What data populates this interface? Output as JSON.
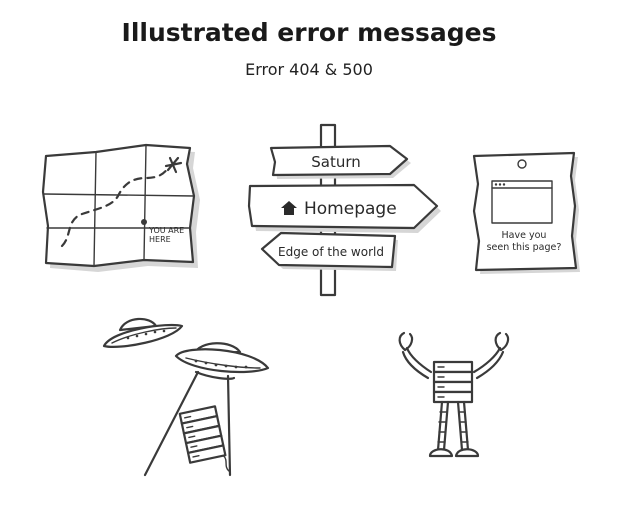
{
  "header": {
    "title": "Illustrated error messages",
    "subtitle": "Error 404 & 500"
  },
  "map": {
    "marker_line1": "YOU ARE",
    "marker_line2": "HERE"
  },
  "signpost": {
    "sign_top": "Saturn",
    "sign_middle": "Homepage",
    "sign_bottom": "Edge of the world",
    "middle_icon": "home-icon"
  },
  "poster": {
    "line1": "Have you",
    "line2": "seen this page?"
  },
  "icons": [
    "map-illustration",
    "signpost-illustration",
    "missing-poster-illustration",
    "ufo-abduction-illustration",
    "server-robot-illustration"
  ]
}
